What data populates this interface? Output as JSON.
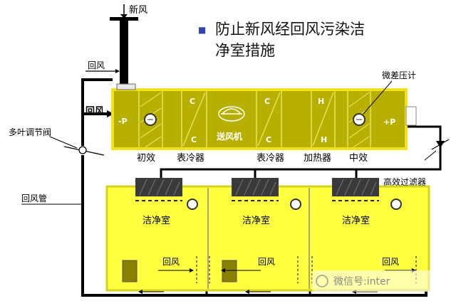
{
  "title": {
    "bullet": "■",
    "line1": "防止新风经回风污染洁",
    "line2": "净室措施"
  },
  "labels": {
    "fresh_air": "新风",
    "return_air_top": "回风",
    "return_air_left": "回风",
    "multi_leaf_valve": "多叶调节阀",
    "return_duct": "回风管",
    "diff_pressure_gauge": "微差压计",
    "minus_p": "-P",
    "plus_p": "+P",
    "coil_c": "C",
    "coil_h": "H",
    "fan": "送风机",
    "primary_filter": "初效",
    "cooler_1": "表冷器",
    "cooler_2": "表冷器",
    "heater": "加热器",
    "medium_filter": "中效",
    "hepa_filter": "高效过滤器",
    "rooms": [
      "洁净室",
      "洁净室",
      "洁净室"
    ],
    "room_return_1": "回风",
    "room_return_2": "回风",
    "room_return_3": "回风",
    "watermark": "微信号:inter"
  },
  "colors": {
    "ahu_fill": "#b8b000",
    "ahu_border": "#f0e020",
    "room_fill": "#ffff40",
    "filter_dark": "#3a3a3a",
    "duct": "#000000"
  }
}
